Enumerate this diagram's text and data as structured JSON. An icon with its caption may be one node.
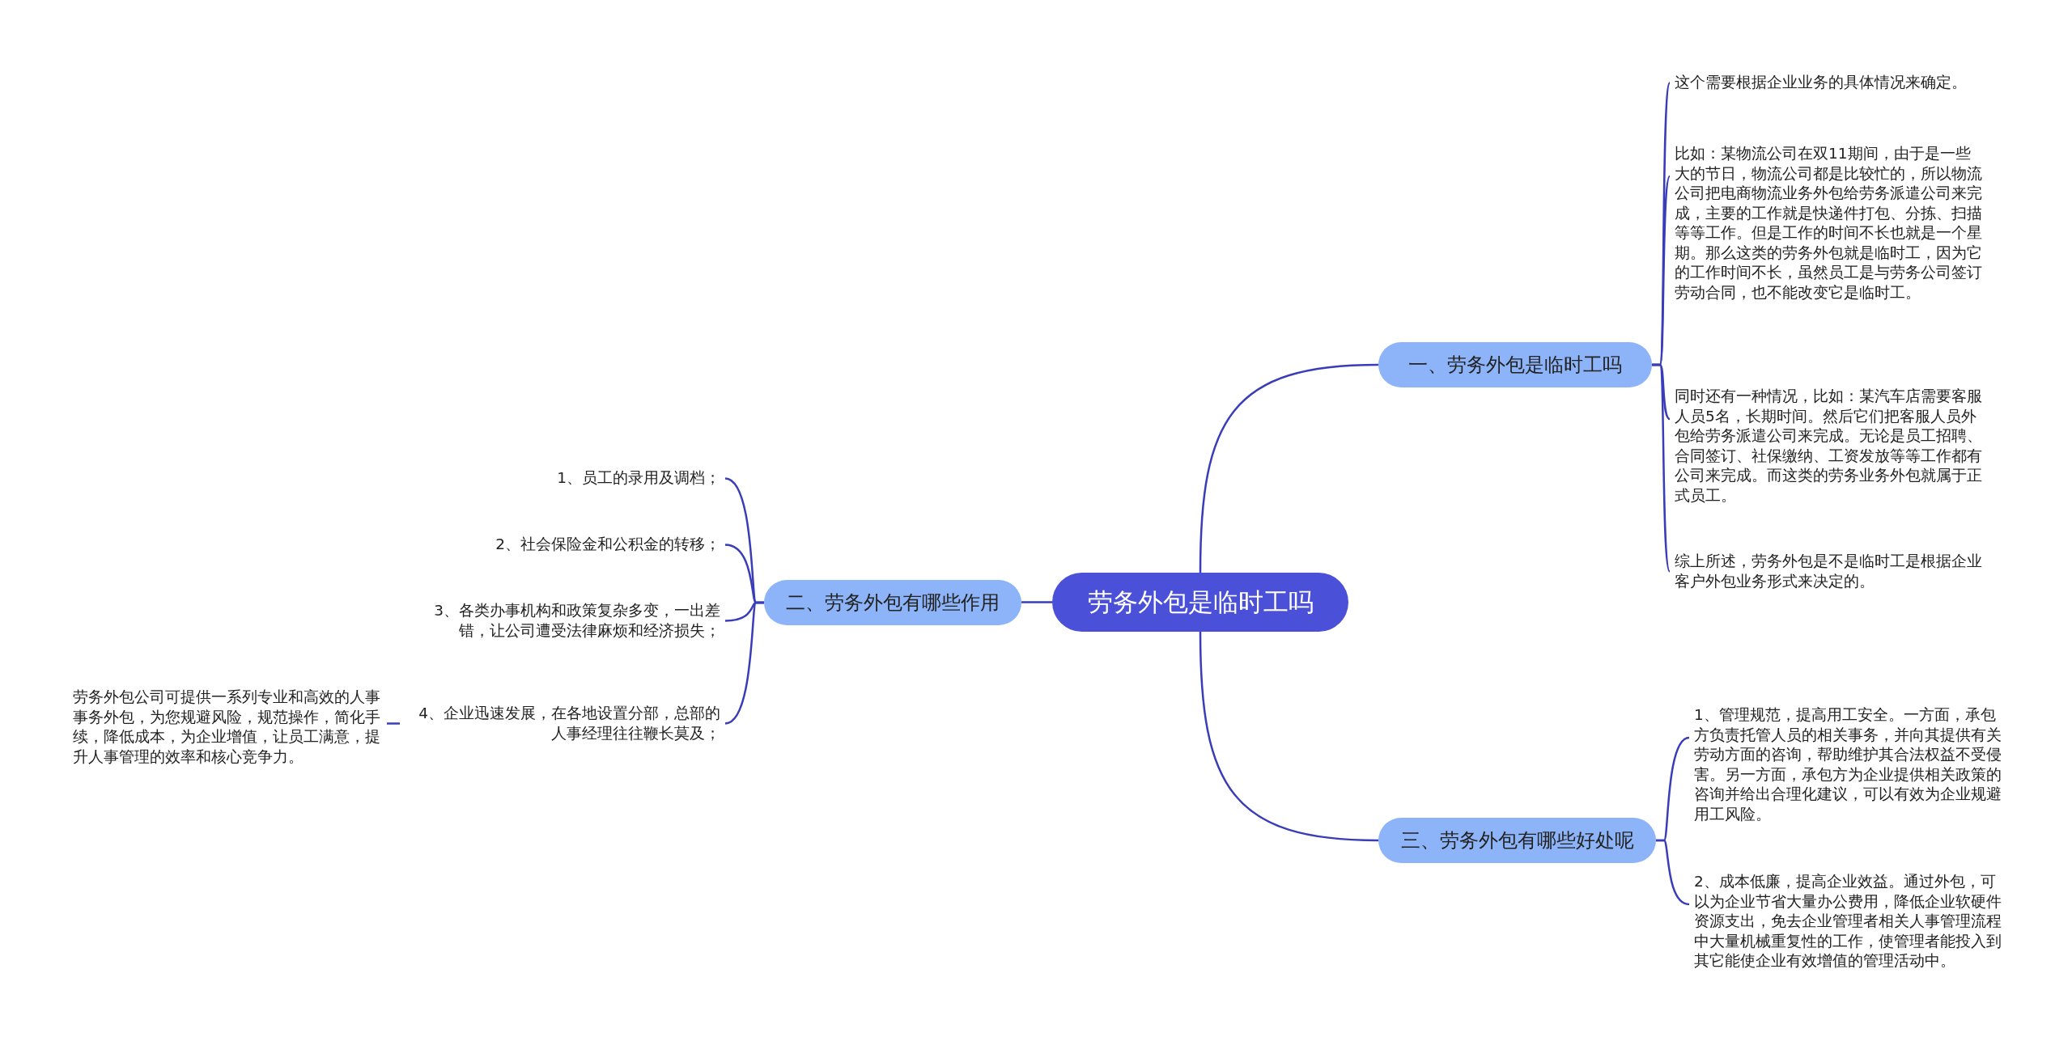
{
  "diagram": {
    "nodes": [
      {
        "text": [
          "劳务外包是临时工吗"
        ]
      },
      {
        "text": [
          "一、劳务外包是临时工吗"
        ]
      },
      {
        "text": [
          "这个需要根据企业业务的具体情况来确定。"
        ]
      },
      {
        "text": [
          "比如：某物流公司在双11期间，由于是一些大的节日，物流公司都是比较忙的，所以物流公司把电商物流业务外包给劳务派遣公司来完成，主要的工作就是快递件打包、分拣、扫描等等工作。但是工作的时间不长也就是一个星期。那么这类的劳务外包就是临时工，因为它的工作时间不长，虽然员工是与劳务公司签订劳动合同，也不能改变它是临时工。"
        ]
      },
      {
        "text": [
          "同时还有一种情况，比如：某汽车店需要客服人员5名，长期时间。然后它们把客服人员外包给劳务派遣公司来完成。无论是员工招聘、合同签订、社保缴纳、工资发放等等工作都有公司来完成。而这类的劳务业务外包就属于正式员工。"
        ]
      },
      {
        "text": [
          "综上所述，劳务外包是不是临时工是根据企业客户外包业务形式来决定的。"
        ]
      },
      {
        "text": [
          "二、劳务外包有哪些作用"
        ]
      },
      {
        "text": [
          "1、员工的录用及调档；"
        ]
      },
      {
        "text": [
          "2、社会保险金和公积金的转移；"
        ]
      },
      {
        "text": [
          "3、各类办事机构和政策复杂多变，一出差错，让公司遭受法律麻烦和经济损失；"
        ]
      },
      {
        "text": [
          "4、企业迅速发展，在各地设置分部，总部的人事经理往往鞭长莫及；"
        ]
      },
      {
        "text": [
          "劳务外包公司可提供一系列专业和高效的人事事务外包，为您规避风险，规范操作，简化手续，降低成本，为企业增值，让员工满意，提升人事管理的效率和核心竞争力。"
        ]
      },
      {
        "text": [
          "三、劳务外包有哪些好处呢"
        ]
      },
      {
        "text": [
          "1、管理规范，提高用工安全。一方面，承包方负责托管人员的相关事务，并向其提供有关劳动方面的咨询，帮助维护其合法权益不受侵害。另一方面，承包方为企业提供相关政策的咨询并给出合理化建议，可以有效为企业规避用工风险。"
        ]
      },
      {
        "text": [
          "2、成本低廉，提高企业效益。通过外包，可以为企业节省大量办公费用，降低企业软硬件资源支出，免去企业管理者相关人事管理流程中大量机械重复性的工作，使管理者能投入到其它能使企业有效增值的管理活动中。"
        ]
      }
    ],
    "edges": [
      {
        "from": 0,
        "to": 1,
        "arrow": "none"
      },
      {
        "from": 1,
        "to": 2,
        "arrow": "none"
      },
      {
        "from": 1,
        "to": 3,
        "arrow": "none"
      },
      {
        "from": 1,
        "to": 4,
        "arrow": "none"
      },
      {
        "from": 1,
        "to": 5,
        "arrow": "none"
      },
      {
        "from": 0,
        "to": 6,
        "arrow": "none"
      },
      {
        "from": 6,
        "to": 7,
        "arrow": "none"
      },
      {
        "from": 6,
        "to": 8,
        "arrow": "none"
      },
      {
        "from": 6,
        "to": 9,
        "arrow": "none"
      },
      {
        "from": 6,
        "to": 10,
        "arrow": "none"
      },
      {
        "from": 10,
        "to": 11,
        "arrow": "none"
      },
      {
        "from": 0,
        "to": 12,
        "arrow": "none"
      },
      {
        "from": 12,
        "to": 13,
        "arrow": "none"
      },
      {
        "from": 12,
        "to": 14,
        "arrow": "none"
      }
    ]
  }
}
